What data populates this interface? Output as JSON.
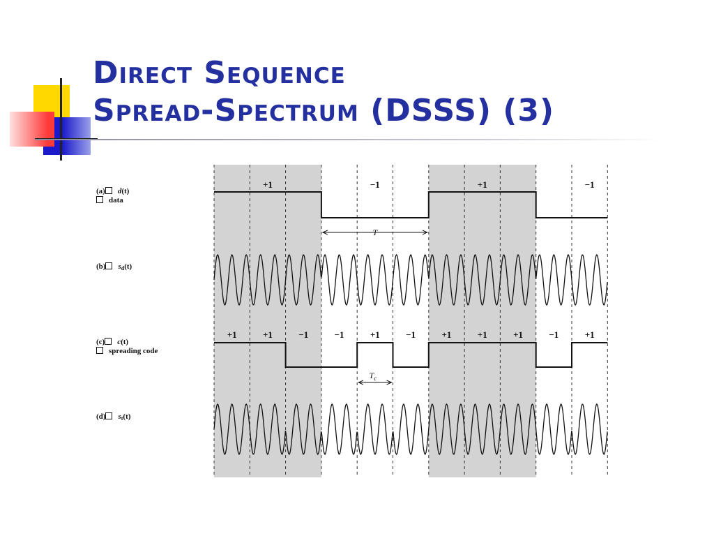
{
  "title": {
    "line1": "Direct Sequence",
    "line2": "Spread-Spectrum (DSSS) (3)"
  },
  "rows": {
    "a": {
      "tag": "(a)",
      "symbol": "d",
      "arg": "(t)",
      "desc": "data"
    },
    "b": {
      "tag": "(b)",
      "symbol": "s",
      "sub": "d",
      "arg": "(t)"
    },
    "c": {
      "tag": "(c)",
      "symbol": "c",
      "arg": "(t)",
      "desc": "spreading code"
    },
    "d": {
      "tag": "(d)",
      "symbol": "s",
      "sub": "t",
      "arg": "(t)"
    }
  },
  "data_bits": [
    "+1",
    "−1",
    "+1",
    "−1"
  ],
  "code_chips": [
    "+1",
    "+1",
    "−1",
    "−1",
    "+1",
    "−1",
    "+1",
    "+1",
    "+1",
    "−1",
    "+1"
  ],
  "period_label_T": "T",
  "period_label_Tc": "T",
  "period_label_Tc_sub": "c",
  "colors": {
    "title": "#24309f",
    "shade": "#d3d3d3",
    "deco_yellow": "#ffd800",
    "deco_red": "#ff3333",
    "deco_blue": "#2222cc"
  }
}
